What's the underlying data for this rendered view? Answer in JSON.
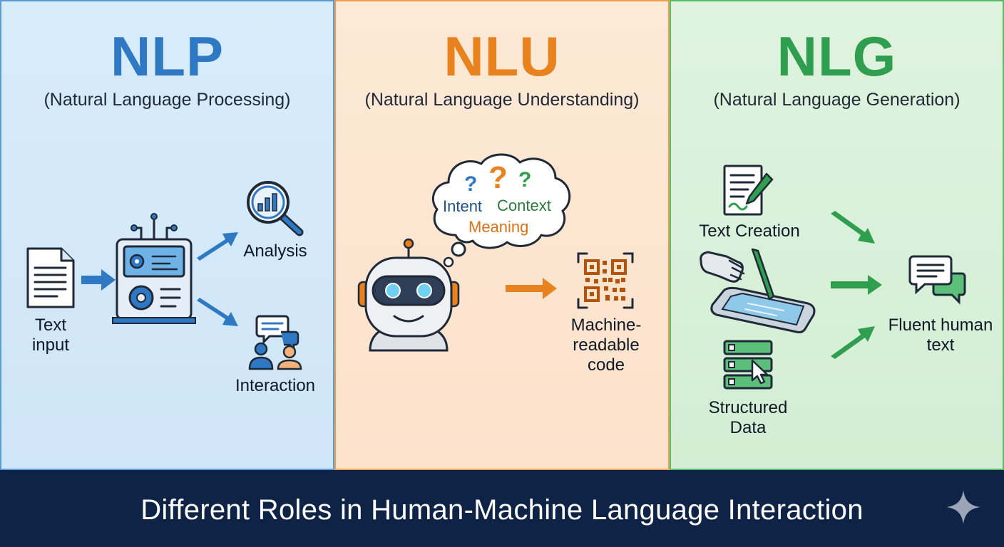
{
  "panels": {
    "nlp": {
      "title": "NLP",
      "subtitle": "(Natural Language Processing)",
      "title_color": "#2f78c4",
      "labels": {
        "text_input": "Text input",
        "analysis": "Analysis",
        "interaction": "Interaction"
      },
      "icons": [
        "document-icon",
        "processor-icon",
        "analysis-magnifier-icon",
        "people-chat-icon"
      ]
    },
    "nlu": {
      "title": "NLU",
      "subtitle": "(Natural Language Understanding)",
      "title_color": "#e8821e",
      "thought_bubble": {
        "marks": [
          "?",
          "?",
          "?"
        ],
        "words": [
          "Intent",
          "Context",
          "Meaning"
        ]
      },
      "labels": {
        "output": "Machine-readable code"
      },
      "icons": [
        "robot-icon",
        "qr-code-icon"
      ]
    },
    "nlg": {
      "title": "NLG",
      "subtitle": "(Natural Language Generation)",
      "title_color": "#2f9e4f",
      "labels": {
        "text_creation": "Text Creation",
        "structured_data": "Structured Data",
        "output": "Fluent human text"
      },
      "icons": [
        "document-pen-icon",
        "robot-hand-tablet-icon",
        "structured-data-icon",
        "chat-bubbles-icon"
      ]
    }
  },
  "footer": {
    "caption": "Different Roles in Human-Machine Language Interaction"
  },
  "colors": {
    "nlp_accent": "#2f78c4",
    "nlu_accent": "#e8821e",
    "nlg_accent": "#2f9e4f",
    "footer_bg": "#0f2347"
  }
}
